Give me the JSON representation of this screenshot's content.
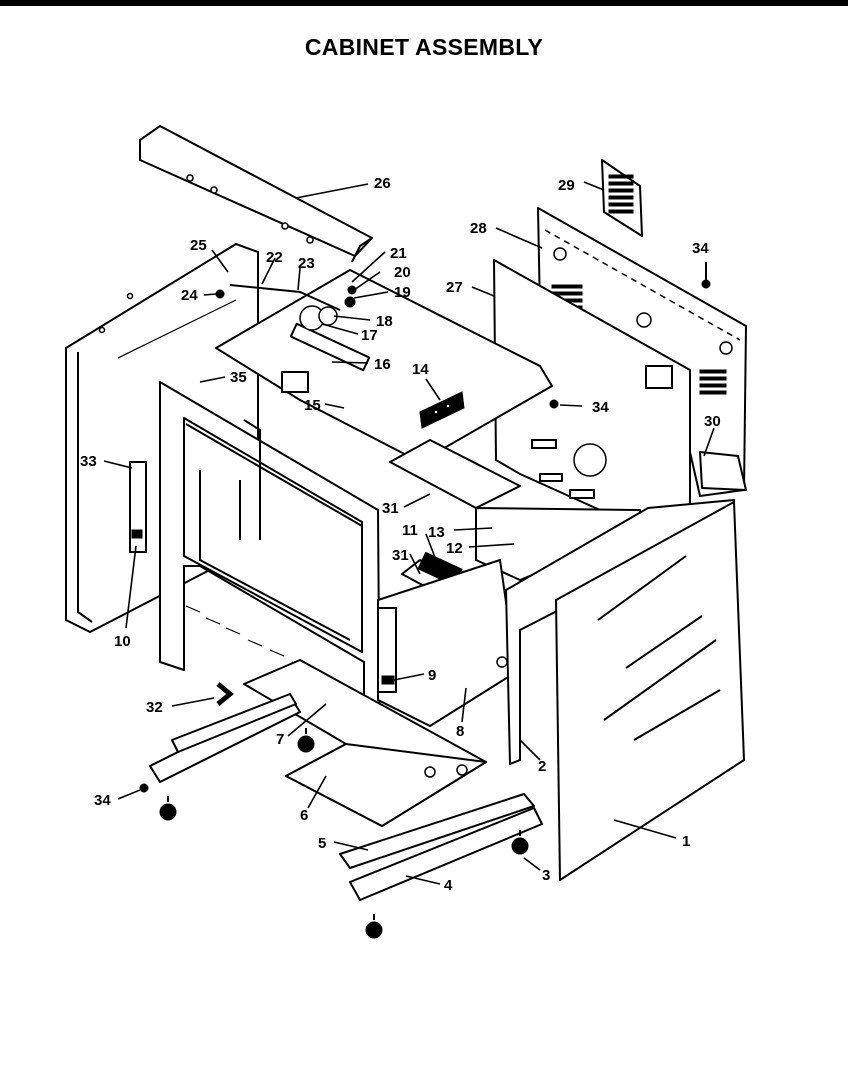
{
  "title": "CABINET ASSEMBLY",
  "callouts": [
    "26",
    "29",
    "28",
    "34",
    "25",
    "22",
    "23",
    "21",
    "20",
    "19",
    "24",
    "27",
    "18",
    "17",
    "16",
    "35",
    "14",
    "34",
    "15",
    "30",
    "33",
    "31",
    "11",
    "13",
    "12",
    "31",
    "10",
    "9",
    "32",
    "7",
    "8",
    "2",
    "34",
    "6",
    "5",
    "1",
    "4",
    "3"
  ]
}
